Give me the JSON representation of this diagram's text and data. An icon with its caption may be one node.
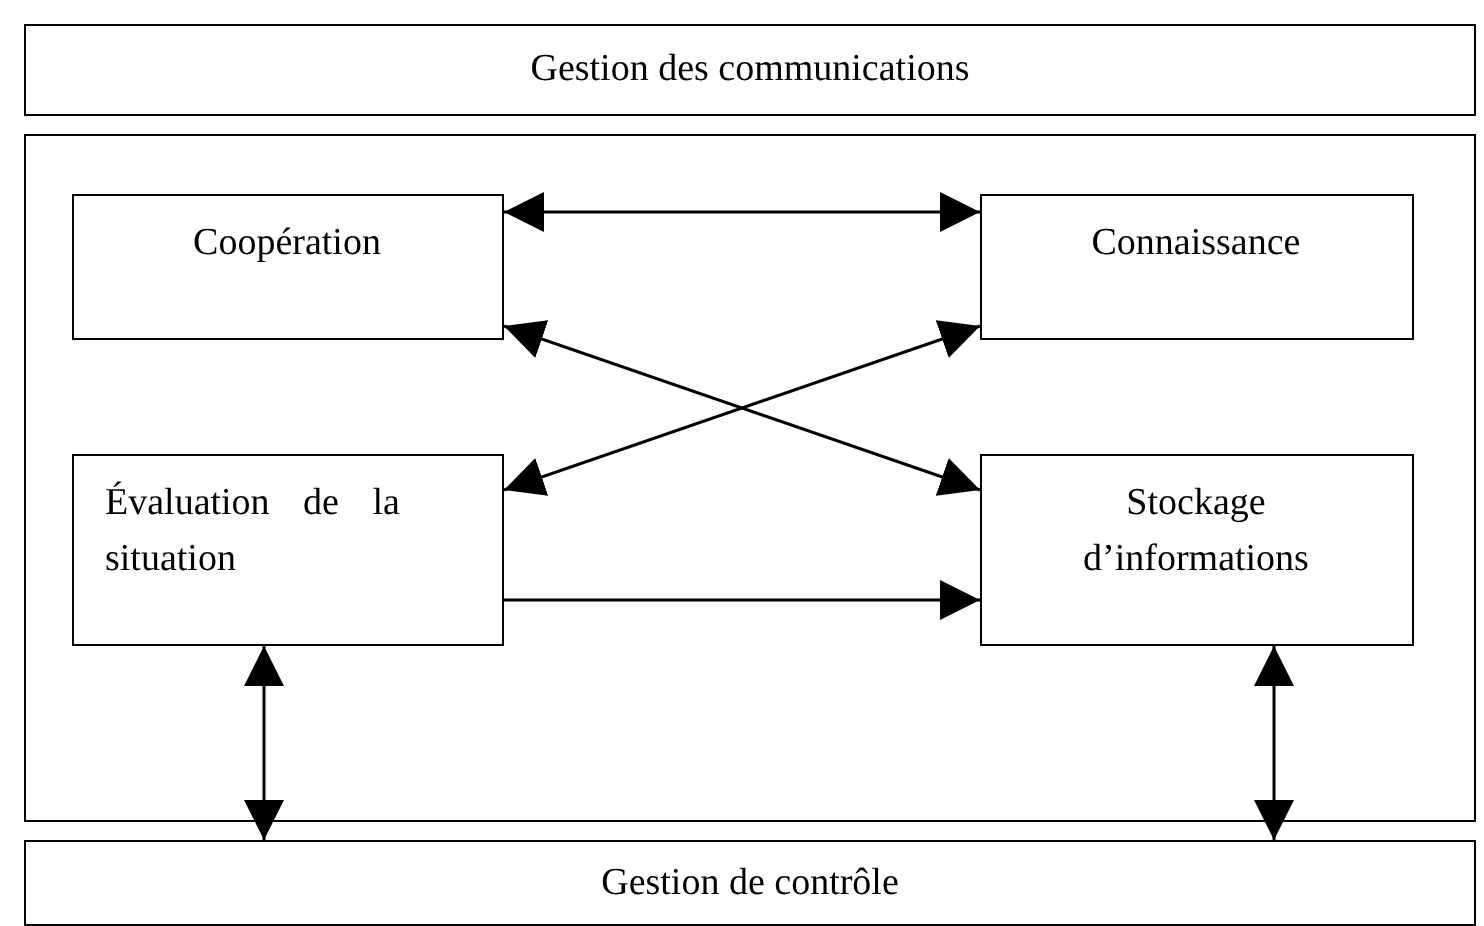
{
  "diagram": {
    "nodes": [
      {
        "text": [
          "Gestion des communications"
        ]
      },
      {
        "text": [],
        "shape": "box"
      },
      {
        "text": [
          "Coopération"
        ],
        "in": 1
      },
      {
        "text": [
          "Connaissance"
        ],
        "in": 1
      },
      {
        "text": [
          "Évaluation de la situation"
        ],
        "in": 1
      },
      {
        "text": [
          "Stockage d’informations"
        ],
        "in": 1
      },
      {
        "text": [
          "Gestion de contrôle"
        ]
      }
    ],
    "edges": [
      {
        "from": 2,
        "to": 3,
        "arrow": "both"
      },
      {
        "from": 2,
        "to": 5,
        "arrow": "both"
      },
      {
        "from": 3,
        "to": 4,
        "arrow": "both"
      },
      {
        "from": 4,
        "to": 5,
        "arrow": "to"
      },
      {
        "from": 4,
        "to": 6,
        "arrow": "both"
      },
      {
        "from": 5,
        "to": 6,
        "arrow": "both"
      }
    ]
  }
}
